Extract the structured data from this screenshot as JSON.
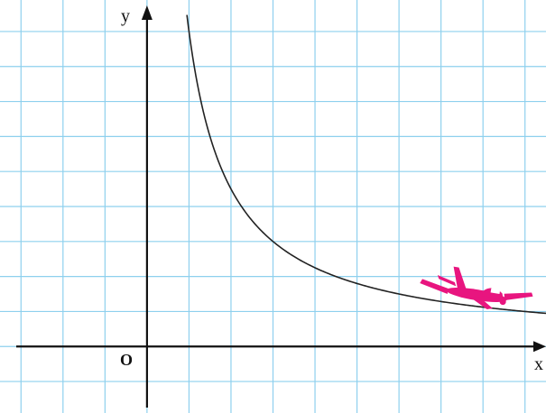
{
  "chart_data": {
    "type": "line",
    "title": "",
    "xlabel": "x",
    "ylabel": "y",
    "origin_label": "O",
    "grid": true,
    "axes_arrows": true,
    "xlim": [
      -3.5,
      9.5
    ],
    "ylim": [
      -1.9,
      9.9
    ],
    "series": [
      {
        "x": [
          0.95,
          1.0,
          1.2,
          1.5,
          2.0,
          2.5,
          3.0,
          4.0,
          5.0,
          6.0,
          7.0,
          8.0,
          9.0,
          9.5
        ],
        "y": [
          9.47,
          9.0,
          7.5,
          6.0,
          4.5,
          3.6,
          3.0,
          2.25,
          1.8,
          1.5,
          1.29,
          1.13,
          1.0,
          0.95
        ]
      }
    ],
    "colors": {
      "grid": "#8ed0ee",
      "curve": "#222222",
      "axes": "#111111",
      "airplane": "#e8157f"
    },
    "decoration_icon": "airplane-icon"
  }
}
